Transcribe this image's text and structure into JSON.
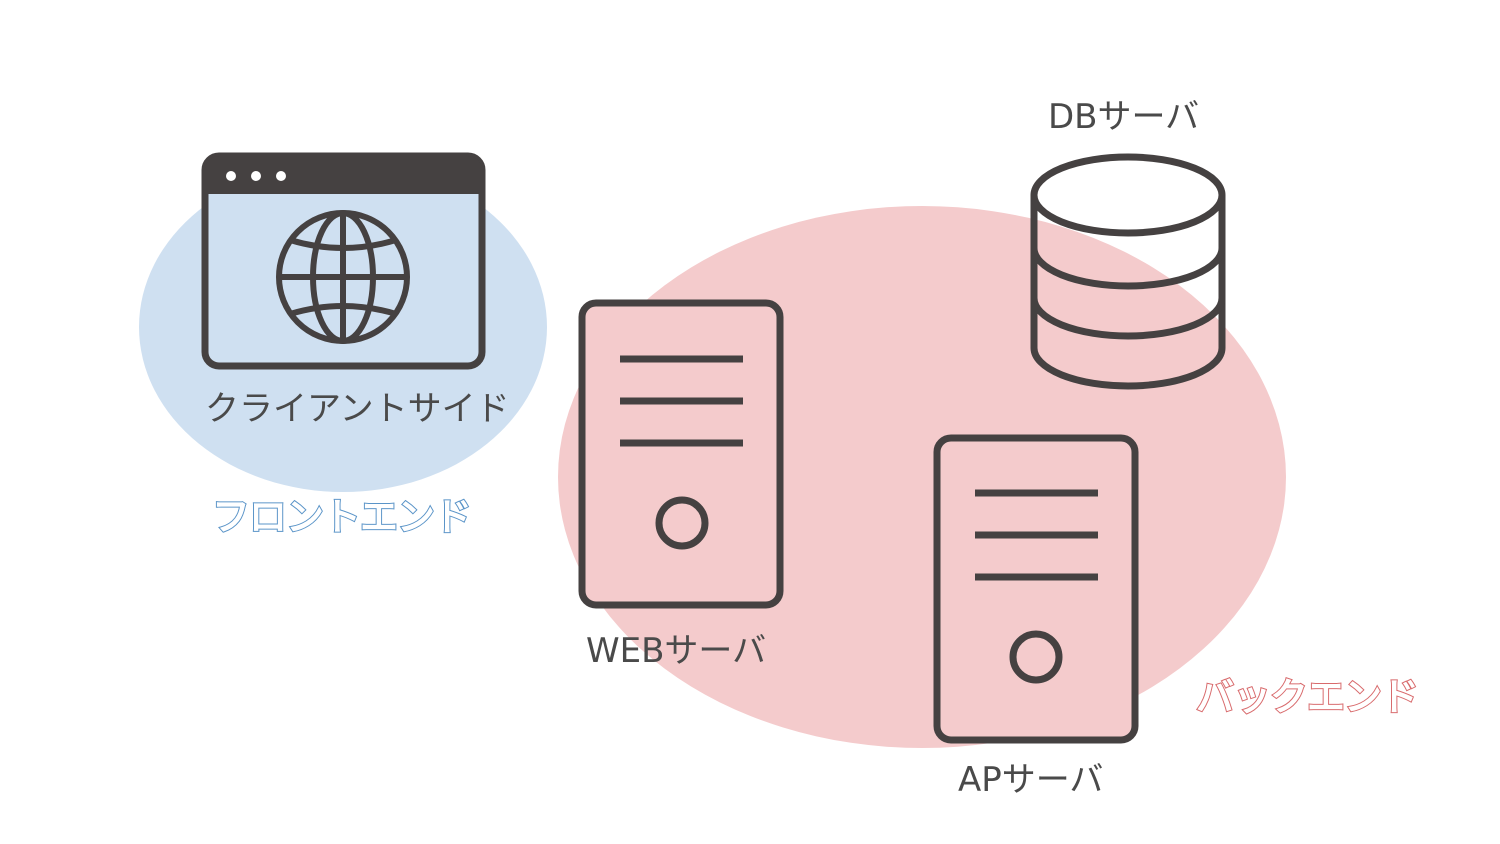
{
  "colors": {
    "frontend_fill": "#cfe0f1",
    "backend_fill": "#f4cbcc",
    "frontend_text": "#5a94c8",
    "backend_text": "#d86a6c",
    "icon_stroke": "#454141",
    "label_text": "#4a4a4a"
  },
  "regions": {
    "frontend": {
      "label": "フロントエンド"
    },
    "backend": {
      "label": "バックエンド"
    }
  },
  "nodes": {
    "client": {
      "label": "クライアントサイド",
      "icon": "browser-globe-icon"
    },
    "db": {
      "label": "DBサーバ",
      "icon": "database-icon"
    },
    "web": {
      "label": "WEBサーバ",
      "icon": "server-tower-icon"
    },
    "ap": {
      "label": "APサーバ",
      "icon": "server-tower-icon"
    }
  }
}
